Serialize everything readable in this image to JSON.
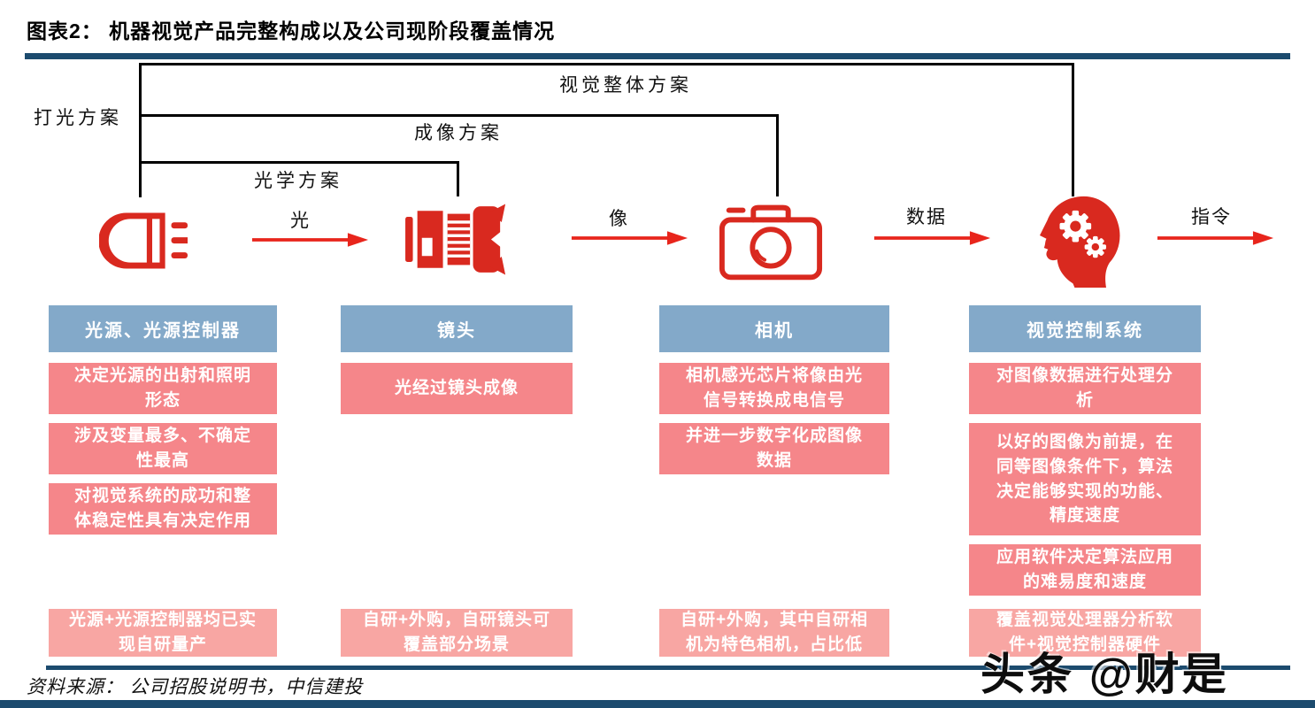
{
  "title": "图表2：  机器视觉产品完整构成以及公司现阶段覆盖情况",
  "brackets": {
    "overall": "视觉整体方案",
    "imaging": "成像方案",
    "optical": "光学方案",
    "lighting": "打光方案"
  },
  "flow": {
    "arrow1": "光",
    "arrow2": "像",
    "arrow3": "数据",
    "arrow4": "指令",
    "icons": [
      "light-source-icon",
      "camera-lens-icon",
      "camera-icon",
      "brain-gears-icon"
    ]
  },
  "columns": [
    {
      "header": "光源、光源控制器",
      "notes": [
        "决定光源的出射和照明\n形态",
        "涉及变量最多、不确定\n性最高",
        "对视觉系统的成功和整\n体稳定性具有决定作用"
      ],
      "coverage": "光源+光源控制器均已实\n现自研量产"
    },
    {
      "header": "镜头",
      "notes": [
        "光经过镜头成像"
      ],
      "coverage": "自研+外购，自研镜头可\n覆盖部分场景"
    },
    {
      "header": "相机",
      "notes": [
        "相机感光芯片将像由光\n信号转换成电信号",
        "并进一步数字化成图像\n数据"
      ],
      "coverage": "自研+外购，其中自研相\n机为特色相机，占比低"
    },
    {
      "header": "视觉控制系统",
      "notes": [
        "对图像数据进行处理分\n析",
        "以好的图像为前提，在\n同等图像条件下，算法\n决定能够实现的功能、\n精度速度",
        "应用软件决定算法应用\n的难易度和速度"
      ],
      "coverage": "覆盖视觉处理器分析软\n件+视觉控制器硬件"
    }
  ],
  "footer": "资料来源： 公司招股说明书，中信建投",
  "watermark": "头条 @财是",
  "colors": {
    "navy": "#1c4b6e",
    "header_blue": "#83a9c9",
    "note_pink": "#f5868a",
    "coverage_pink": "#f8a6a3",
    "icon_red": "#d9291f",
    "arrow_red": "#e8251c",
    "line_black": "#000000"
  }
}
